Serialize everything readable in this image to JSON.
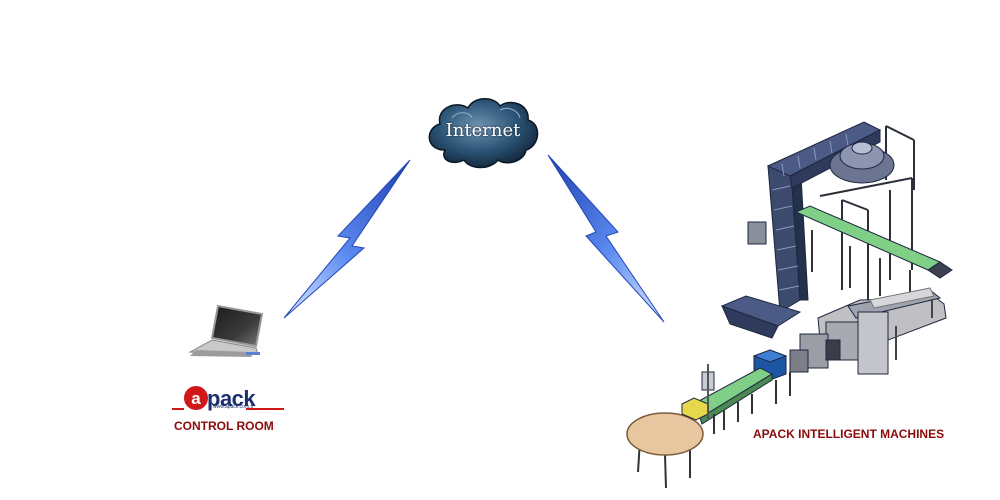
{
  "cloud": {
    "label": "Internet"
  },
  "control_room": {
    "logo_text": "pack",
    "logo_letter": "a",
    "logo_url": "www.apack.com.tr",
    "label": "CONTROL ROOM"
  },
  "machines": {
    "label": "APACK INTELLIGENT MACHINES"
  },
  "colors": {
    "label_red": "#8b0a0a",
    "logo_blue": "#1c2f6e",
    "logo_red": "#d01818",
    "cloud_dark": "#1a3a55",
    "bolt_blue": "#3f6fd8",
    "machine_frame": "#3c4a6e",
    "conveyor_green": "#7fcf87",
    "table_top": "#e8c7a0"
  },
  "icons": [
    "cloud-icon",
    "laptop-icon",
    "lightning-bolt-icon",
    "packaging-machine-icon",
    "round-table-icon",
    "apack-logo-icon"
  ]
}
